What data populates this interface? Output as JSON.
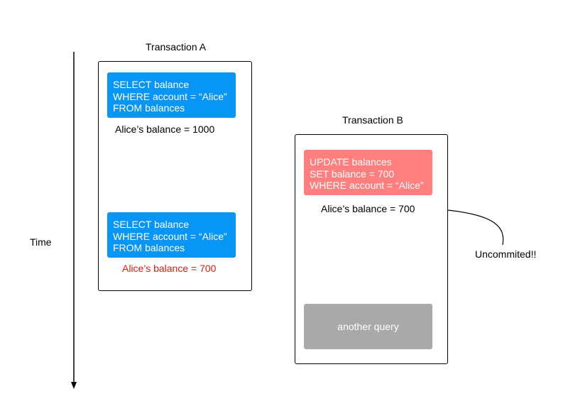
{
  "time_label": "Time",
  "transaction_a": {
    "title": "Transaction A",
    "query_1": [
      "SELECT balance",
      "WHERE account = “Alice”",
      "FROM balances"
    ],
    "result_1": "Alice’s balance = 1000",
    "query_2": [
      "SELECT balance",
      "WHERE account = “Alice”",
      "FROM balances"
    ],
    "result_2": "Alice’s balance = 700"
  },
  "transaction_b": {
    "title": "Transaction B",
    "update_query": [
      "UPDATE balances",
      "SET balance = 700",
      "WHERE account = “Alice”"
    ],
    "result": "Alice’s balance = 700",
    "other_query": "another query"
  },
  "annotation": "Uncommited!!",
  "colors": {
    "select_query": "#0795F6",
    "update_query": "#FE7F7E",
    "other_query": "#A9A9A9",
    "dirty_read_result": "#E8190E"
  }
}
